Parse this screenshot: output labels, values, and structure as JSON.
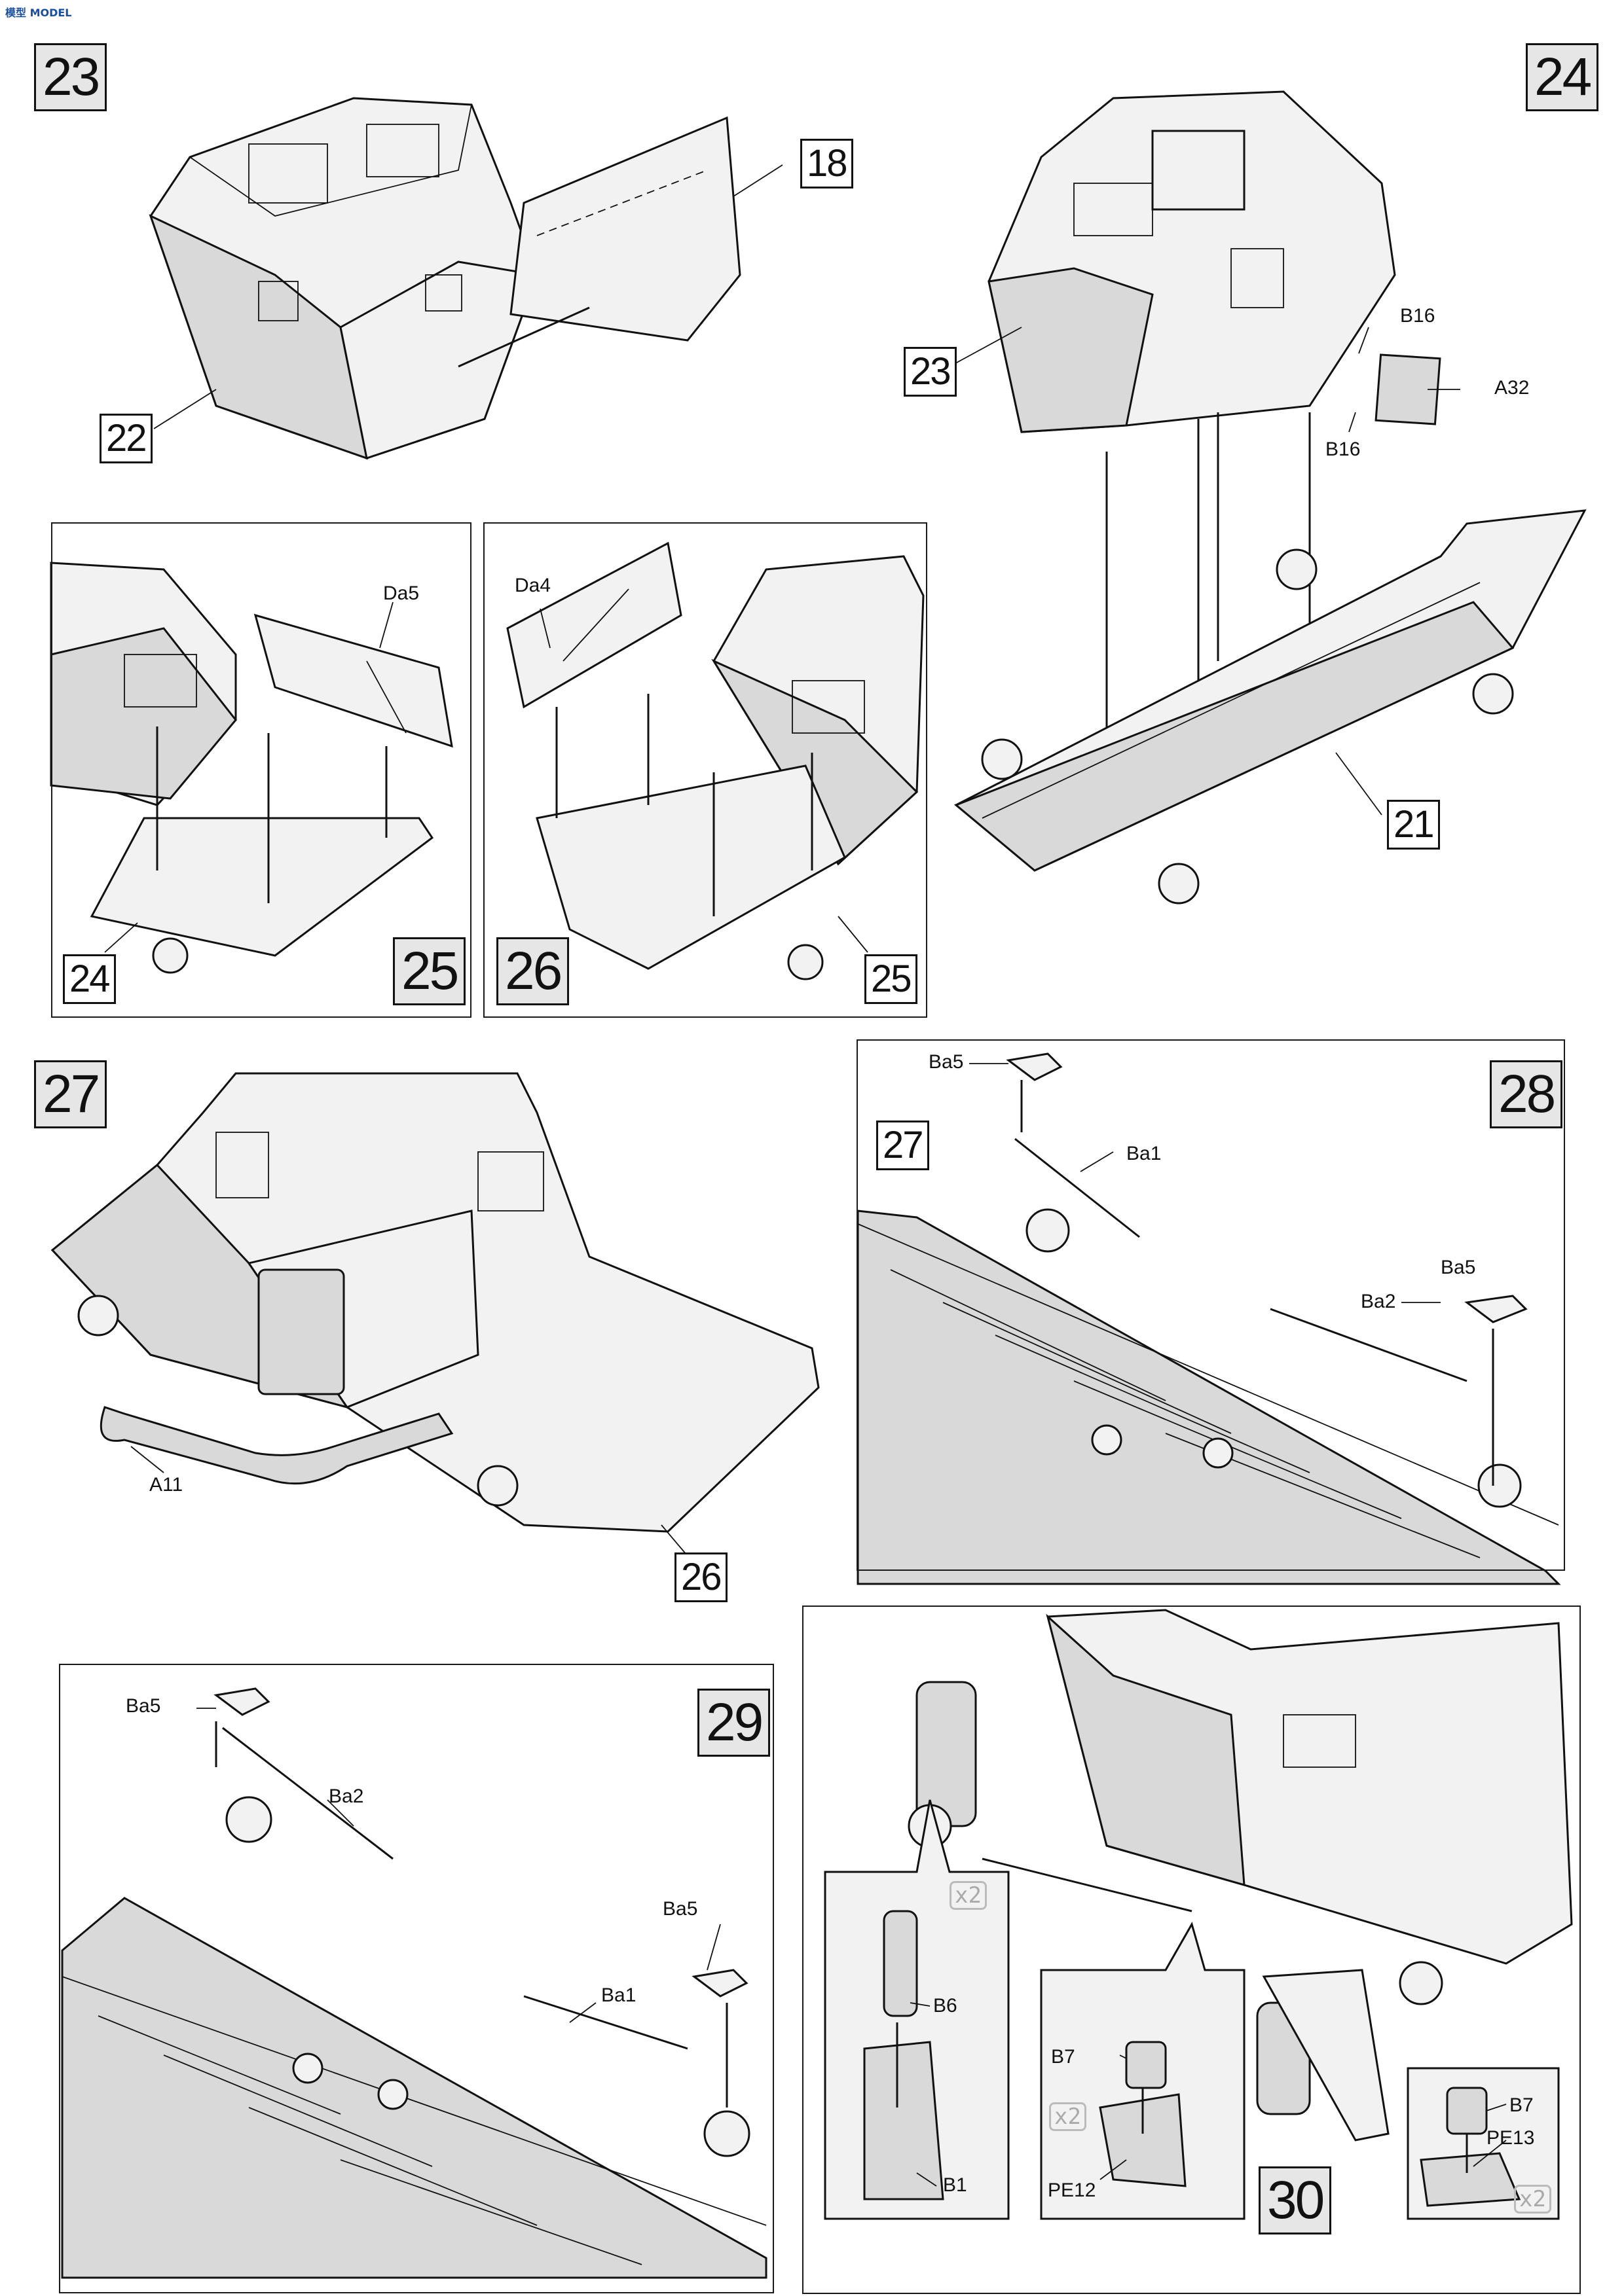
{
  "watermark": "模型 MODEL",
  "steps": [
    {
      "number": "23",
      "refs": [
        "18",
        "22"
      ],
      "labels": []
    },
    {
      "number": "24",
      "refs": [
        "23",
        "21"
      ],
      "labels": [
        "B16",
        "A32",
        "B16"
      ]
    },
    {
      "number": "25",
      "refs": [
        "24"
      ],
      "labels": [
        "Da5"
      ]
    },
    {
      "number": "26",
      "refs": [
        "25"
      ],
      "labels": [
        "Da4"
      ]
    },
    {
      "number": "27",
      "refs": [
        "26"
      ],
      "labels": [
        "A11"
      ]
    },
    {
      "number": "28",
      "refs": [
        "27"
      ],
      "labels": [
        "Ba5",
        "Ba1",
        "Ba5",
        "Ba2"
      ]
    },
    {
      "number": "29",
      "refs": [],
      "labels": [
        "Ba5",
        "Ba2",
        "Ba5",
        "Ba1"
      ]
    },
    {
      "number": "30",
      "refs": [],
      "labels": [
        "B6",
        "B1",
        "B7",
        "PE12",
        "B7",
        "PE13"
      ],
      "quantities": [
        "x2",
        "x2",
        "x2"
      ]
    }
  ]
}
